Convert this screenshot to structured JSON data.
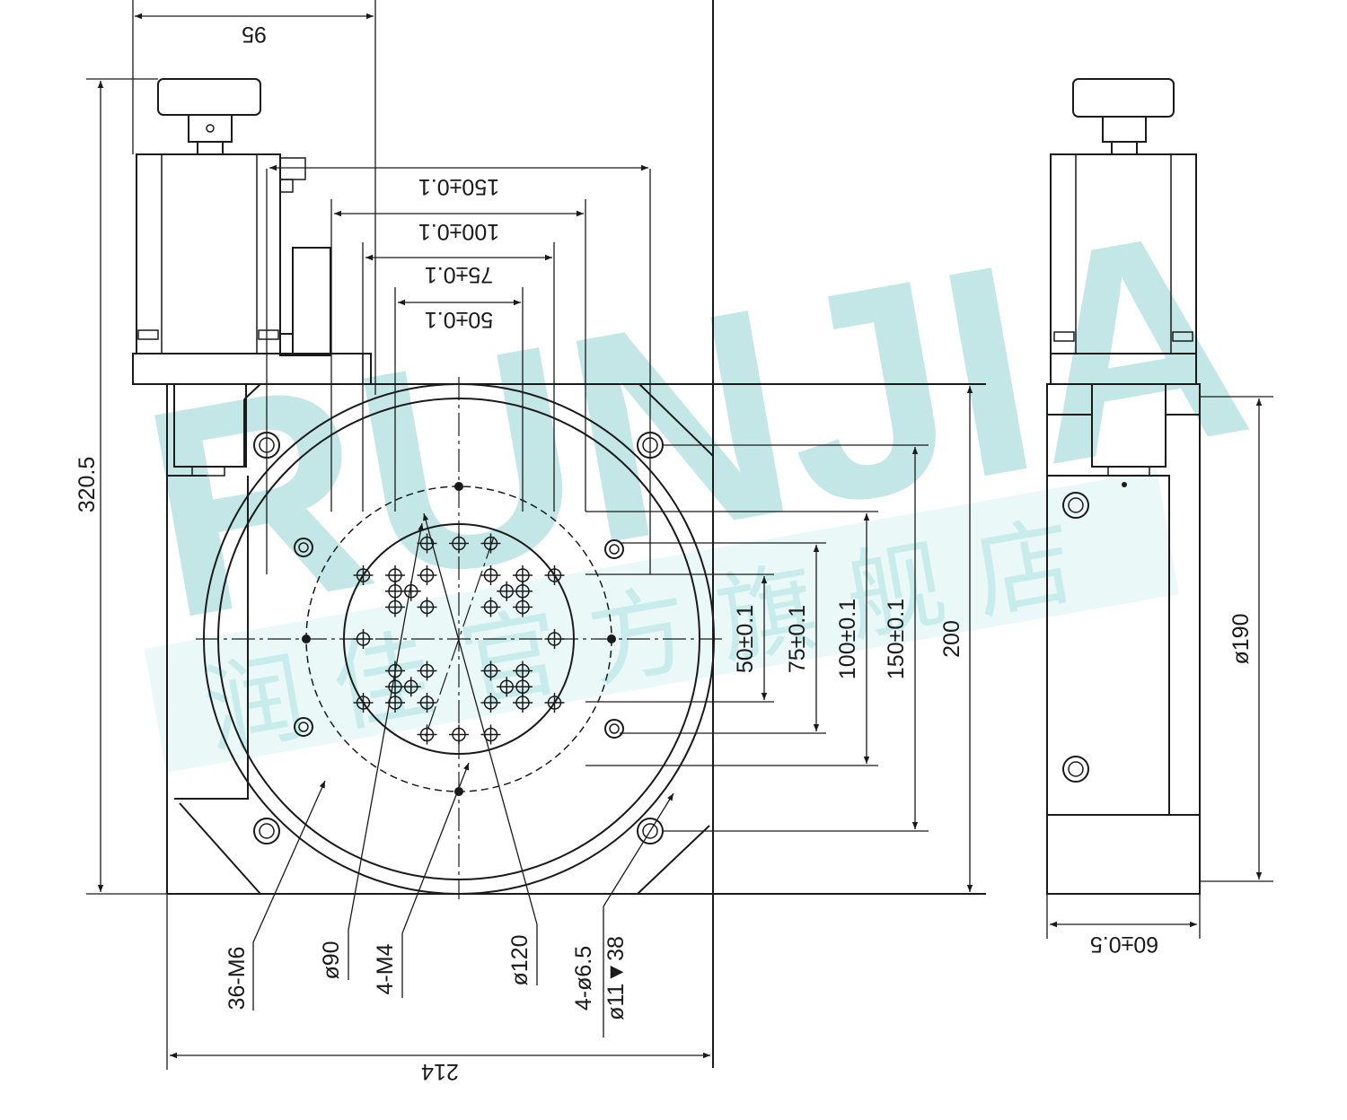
{
  "watermark": {
    "latin": "RUNJIA",
    "chinese": "润 佳 官 方 旗 舰 店",
    "color": "#b9e3e3"
  },
  "dimensions": {
    "motor_offset": "95",
    "overall_height": "320.5",
    "pitch_150": "150±0.1",
    "pitch_100": "100±0.1",
    "pitch_75": "75±0.1",
    "pitch_50": "50±0.1",
    "v_pitch_50": "50±0.1",
    "v_pitch_75": "75±0.1",
    "v_pitch_100": "100±0.1",
    "v_pitch_150": "150±0.1",
    "base_height": "200",
    "overall_width": "214",
    "side_diameter": "ø190",
    "side_width": "60±0.5"
  },
  "callouts": {
    "threads_m6": "36-M6",
    "dia_90": "ø90",
    "threads_m4": "4-M4",
    "dia_120": "ø120",
    "holes_line1": "4-ø6.5",
    "holes_line2": "ø11▼38"
  }
}
